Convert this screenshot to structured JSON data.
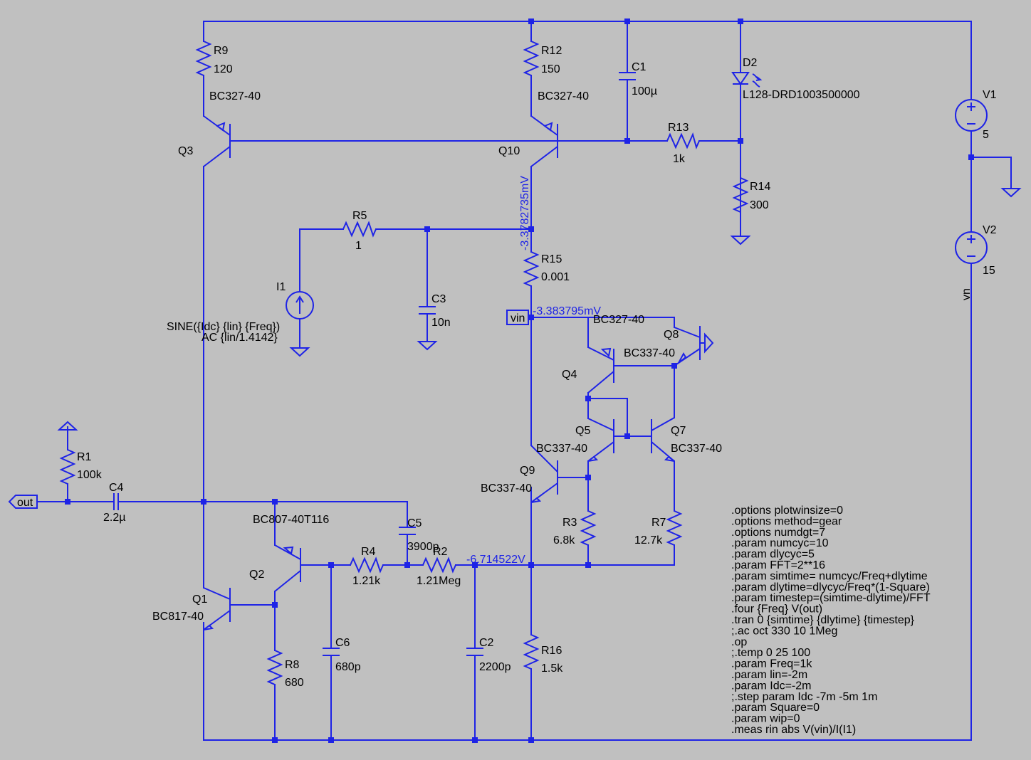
{
  "colors": {
    "background": "#c0c0c0",
    "wire": "#1e23e6",
    "text": "#000000"
  },
  "components": {
    "R9": {
      "name": "R9",
      "value": "120"
    },
    "R12": {
      "name": "R12",
      "value": "150"
    },
    "C1": {
      "name": "C1",
      "value": "100µ"
    },
    "D2": {
      "name": "D2",
      "value": "L128-DRD1003500000"
    },
    "V1": {
      "name": "V1",
      "value": "5"
    },
    "V2": {
      "name": "V2",
      "value": "15"
    },
    "Q3": {
      "name": "Q3",
      "model": "BC327-40"
    },
    "Q10": {
      "name": "Q10",
      "model": "BC327-40"
    },
    "R13": {
      "name": "R13",
      "value": "1k"
    },
    "R14": {
      "name": "R14",
      "value": "300"
    },
    "R5": {
      "name": "R5",
      "value": "1"
    },
    "R15": {
      "name": "R15",
      "value": "0.001"
    },
    "I1": {
      "name": "I1",
      "value1": "SINE({Idc} {lin} {Freq})",
      "value2": "AC {lin/1.4142}"
    },
    "C3": {
      "name": "C3",
      "value": "10n"
    },
    "Q8": {
      "name": "Q8",
      "model": "BC327-40"
    },
    "Q4": {
      "name": "Q4",
      "model": "BC337-40"
    },
    "Q5": {
      "name": "Q5",
      "model": "BC337-40"
    },
    "Q7": {
      "name": "Q7",
      "model": "BC337-40"
    },
    "Q9": {
      "name": "Q9",
      "model": "BC337-40"
    },
    "R1": {
      "name": "R1",
      "value": "100k"
    },
    "C4": {
      "name": "C4",
      "value": "2.2µ"
    },
    "C5": {
      "name": "C5",
      "value": "3900p"
    },
    "Q2": {
      "name": "Q2",
      "model": "BC807-40T116"
    },
    "R4": {
      "name": "R4",
      "value": "1.21k"
    },
    "R2": {
      "name": "R2",
      "value": "1.21Meg"
    },
    "R3": {
      "name": "R3",
      "value": "6.8k"
    },
    "R7": {
      "name": "R7",
      "value": "12.7k"
    },
    "Q1": {
      "name": "Q1",
      "model": "BC817-40"
    },
    "R8": {
      "name": "R8",
      "value": "680"
    },
    "C6": {
      "name": "C6",
      "value": "680p"
    },
    "C2": {
      "name": "C2",
      "value": "2200p"
    },
    "R16": {
      "name": "R16",
      "value": "1.5k"
    }
  },
  "nets": {
    "vin": "vin",
    "out": "out",
    "vn": "vn"
  },
  "voltages": {
    "q10_collector": "-3.3782735mV",
    "vin": "-3.383795mV",
    "r2_node": "-6.714522V"
  },
  "directives": [
    ".options plotwinsize=0",
    ".options method=gear",
    ".options numdgt=7",
    ".param numcyc=10",
    ".param dlycyc=5",
    ".param FFT=2**16",
    ".param simtime= numcyc/Freq+dlytime",
    ".param dlytime=dlycyc/Freq*(1-Square)",
    ".param timestep=(simtime-dlytime)/FFT",
    ".four {Freq} V(out)",
    ".tran 0 {simtime} {dlytime} {timestep}",
    ";.ac oct 330 10 1Meg",
    ".op",
    ";.temp 0 25 100",
    ".param Freq=1k",
    ".param lin=-2m",
    ".param Idc=-2m",
    ";.step param Idc -7m -5m 1m",
    ".param Square=0",
    ".param wip=0",
    ".meas rin abs V(vin)/I(I1)"
  ]
}
